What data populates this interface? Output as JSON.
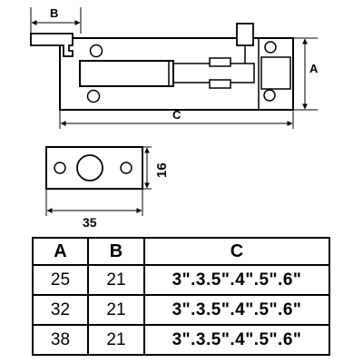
{
  "drawing": {
    "labels": {
      "b": "B",
      "a": "A",
      "c": "C",
      "width": "35",
      "height": "16"
    }
  },
  "table": {
    "headers": [
      "A",
      "B",
      "C"
    ],
    "rows": [
      [
        "25",
        "21",
        "3\".3.5\".4\".5\".6\""
      ],
      [
        "32",
        "21",
        "3\".3.5\".4\".5\".6\""
      ],
      [
        "38",
        "21",
        "3\".3.5\".4\".5\".6\""
      ]
    ]
  }
}
